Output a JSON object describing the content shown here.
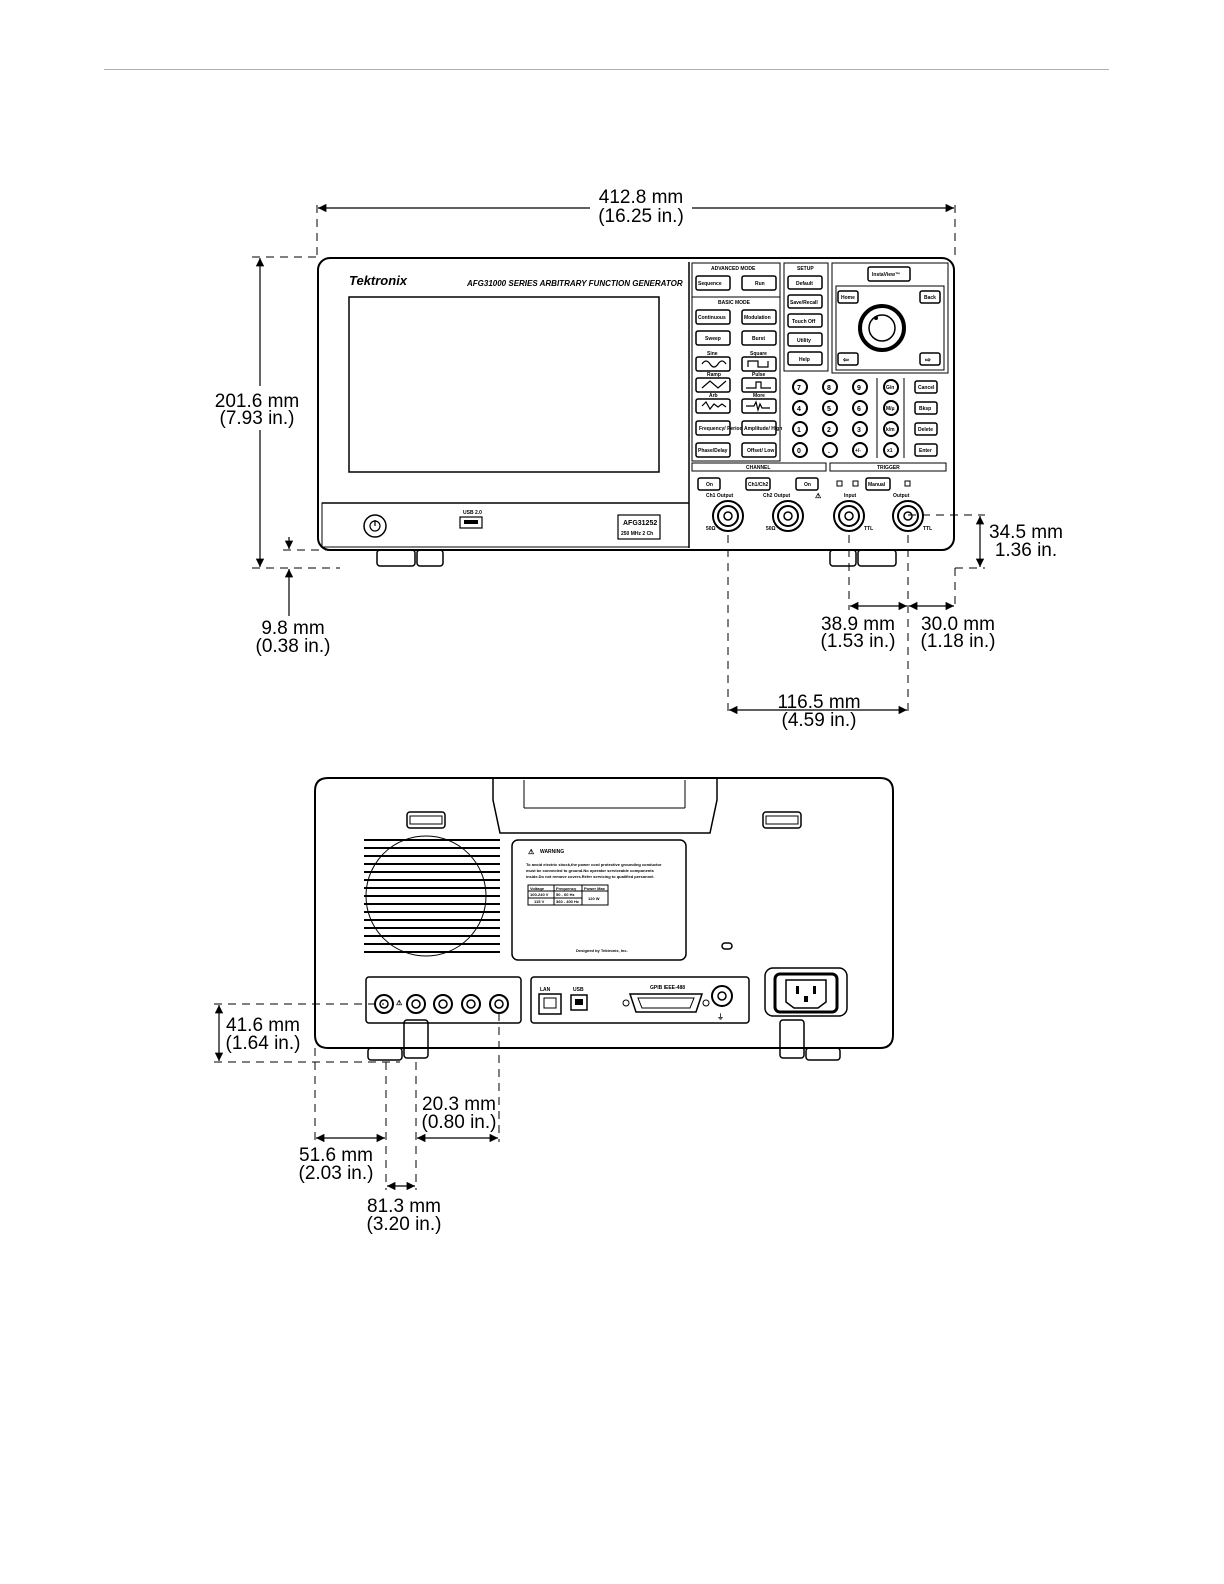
{
  "front_view": {
    "brand": "Tektronix",
    "model_title": "AFG31000 SERIES  ARBITRARY FUNCTION GENERATOR",
    "model_badge": "AFG31252",
    "badge_sub": "250 MHz    2 Ch",
    "usb_label": "USB 2.0",
    "group_labels": {
      "advanced": "ADVANCED MODE",
      "setup": "SETUP",
      "basic": "BASIC MODE",
      "channel": "CHANNEL",
      "trigger": "TRIGGER"
    },
    "buttons": {
      "seq": "Sequence",
      "run": "Run",
      "default": "Default",
      "save_recall": "Save/Recall",
      "touch_off": "Touch Off",
      "utility": "Utility",
      "help": "Help",
      "continuous": "Continuous",
      "modulation": "Modulation",
      "sweep": "Sweep",
      "burst": "Burst",
      "sine": "Sine",
      "square": "Square",
      "ramp": "Ramp",
      "pulse": "Pulse",
      "arb": "Arb",
      "more": "More",
      "frequency": "Frequency/ Period",
      "amplitude": "Amplitude/ High",
      "phase": "Phase/Delay",
      "offset": "Offset/ Low",
      "instaview": "InstaView™",
      "home": "Home",
      "back": "Back",
      "cancel": "Cancel",
      "bksp": "Bksp",
      "delete": "Delete",
      "enter": "Enter",
      "ch1_on": "On",
      "ch1_ch2": "Ch1/Ch2",
      "ch2_on": "On",
      "manual": "Manual"
    },
    "keypad": [
      "7",
      "8",
      "9",
      "4",
      "5",
      "6",
      "1",
      "2",
      "3",
      "0",
      ".",
      "+/-"
    ],
    "units": [
      "G/n",
      "M/μ",
      "k/m",
      "x1"
    ],
    "connectors": {
      "ch1_output": "Ch1 Output",
      "ch2_output": "Ch2 Output",
      "input": "Input",
      "output": "Output",
      "ttl": "TTL",
      "ohm": "50Ω"
    },
    "dims": {
      "width_mm": "412.8 mm",
      "width_in": "(16.25 in.)",
      "height_mm": "201.6 mm",
      "height_in": "(7.93 in.)",
      "feet_mm": "9.8 mm",
      "feet_in": "(0.38 in.)",
      "conn_height_mm": "34.5 mm",
      "conn_height_in": "1.36 in.",
      "trig_spacing_mm": "38.9 mm",
      "trig_spacing_in": "(1.53 in.)",
      "edge_mm": "30.0 mm",
      "edge_in": "(1.18 in.)",
      "span_mm": "116.5 mm",
      "span_in": "(4.59 in.)"
    }
  },
  "rear_view": {
    "warning_title": "WARNING",
    "warning_text_1": "To avoid electric shock,the power cord protective grounding conductor",
    "warning_text_2": "must be connected to ground.No operator serviceable components",
    "warning_text_3": "inside.Do not remove covers.Refer servicing to qualified personnel.",
    "table_headers": [
      "Voltage",
      "Frequency",
      "Power Max"
    ],
    "table_rows": [
      [
        "100-240 V",
        "50 - 60 Hz",
        "120 W"
      ],
      [
        "115 V",
        "360 - 400 Hz",
        ""
      ]
    ],
    "designed_by": "Designed by Tektronix, Inc.",
    "gpib_label": "GPIB IEEE-488",
    "lan_label": "LAN",
    "usb_label": "USB",
    "dims": {
      "height_mm": "41.6 mm",
      "height_in": "(1.64 in.)",
      "pitch_mm": "20.3 mm",
      "pitch_in": "(0.80 in.)",
      "left_mm": "51.6 mm",
      "left_in": "(2.03 in.)",
      "foot_mm": "81.3 mm",
      "foot_in": "(3.20 in.)"
    }
  }
}
